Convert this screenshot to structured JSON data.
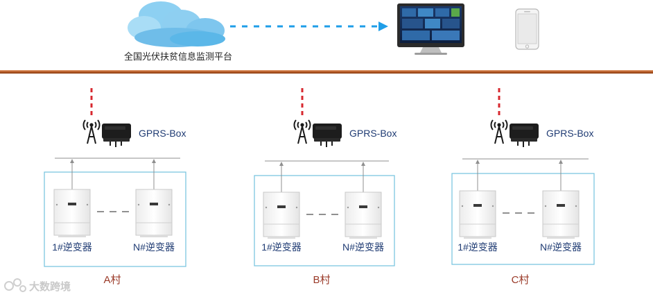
{
  "platform": {
    "label": "全国光伏扶贫信息监测平台"
  },
  "colors": {
    "separator": "#b65a25",
    "cloud": "#5bb7e8",
    "dashed_arrow": "#1f9ee8",
    "uplink": "#d7282f",
    "box_border": "#7cc6e0",
    "bus_line": "#8f8f8f",
    "label_blue": "#1f3b73",
    "village_red": "#9a3a28"
  },
  "villages": [
    {
      "name": "A村",
      "gateway_label": "GPRS-Box",
      "inverters": [
        "1#逆变器",
        "N#逆变器"
      ]
    },
    {
      "name": "B村",
      "gateway_label": "GPRS-Box",
      "inverters": [
        "1#逆变器",
        "N#逆变器"
      ]
    },
    {
      "name": "C村",
      "gateway_label": "GPRS-Box",
      "inverters": [
        "1#逆变器",
        "N#逆变器"
      ]
    }
  ],
  "icons": {
    "cloud": "cloud-icon",
    "monitor": "monitor-icon",
    "phone": "smartphone-icon",
    "antenna": "antenna-icon",
    "gateway": "gprs-box-icon",
    "inverter": "inverter-icon"
  },
  "watermark": {
    "text": "大数跨境"
  }
}
